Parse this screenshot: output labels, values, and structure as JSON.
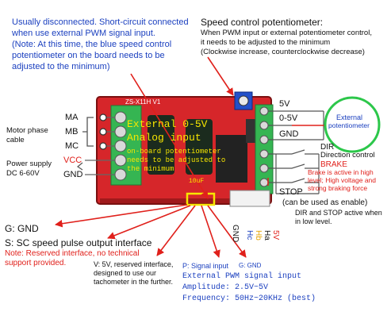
{
  "notes": {
    "disconnect_line1": "Usually disconnected. Short-circuit connected",
    "disconnect_line2": "when use external PWM signal input.",
    "disconnect_line3": "(Note: At this time, the blue speed control",
    "disconnect_line4": "potentiometer on the board needs to be",
    "disconnect_line5": "adjusted to the minimum)",
    "speed_title": "Speed control potentiometer:",
    "speed_line1": "When PWM input or external potentiometer control,",
    "speed_line2": "it needs to be adjusted to the minimum",
    "speed_line3": "(Clockwise increase, counterclockwise decrease)"
  },
  "board": {
    "model": "ZS-X11H V1",
    "overlay_line1": "External 0-5V",
    "overlay_line2": "Analog input",
    "overlay_line3": "on-board potentiometer",
    "overlay_line4": "needs to be adjusted to",
    "overlay_line5": "the minimum",
    "cap_label": "10uF"
  },
  "left_labels": {
    "ma": "MA",
    "mb": "MB",
    "mc": "MC",
    "motor_phase_1": "Motor phase",
    "motor_phase_2": "cable",
    "vcc": "VCC",
    "gnd": "GND",
    "power_supply_1": "Power supply",
    "power_supply_2": "DC 6-60V"
  },
  "right_labels": {
    "five_v": "5V",
    "zero_five_v": "0-5V",
    "gnd": "GND",
    "external_pot_1": "External",
    "external_pot_2": "potentiometer",
    "dir": "DIR",
    "dir_desc": "Direction control",
    "brake": "BRAKE",
    "brake_desc1": "Brake is active in high",
    "brake_desc2": "level; High voltage and",
    "brake_desc3": "strong braking force",
    "stop": "STOP",
    "stop_desc1": "(can be used as enable)",
    "stop_desc2": "DIR and STOP active when",
    "stop_desc3": "in low level."
  },
  "bottom_pins": {
    "gnd": "GND",
    "p": "P",
    "s": "S",
    "v": "V",
    "hc": "Hc",
    "hb": "Hb",
    "ha": "Ha",
    "five_v": "5V",
    "pin_gnd": "GND"
  },
  "bottom_labels": {
    "g_gnd": "G: GND",
    "s_title": "S: SC speed pulse output interface",
    "s_note1": "Note: Reserved interface, no technical",
    "s_note2": "support provided.",
    "v_line1": "V: 5V, reserved interface,",
    "v_line2": "designed to use our",
    "v_line3": "tachometer in the further.",
    "p_signal": "P: Signal input",
    "g_gnd2": "G: GND",
    "pwm_title": "External PWM signal input",
    "pwm_amp": "Amplitude: 2.5V~5V",
    "pwm_freq": "Frequency: 50Hz~20KHz (best)"
  },
  "colors": {
    "note_blue": "#1a3fbf",
    "note_red": "#e0201b",
    "board_red": "#d6262a",
    "terminal_green": "#35b552",
    "overlay_yellow": "#f7e600",
    "pot_circle": "#2cc74a"
  }
}
